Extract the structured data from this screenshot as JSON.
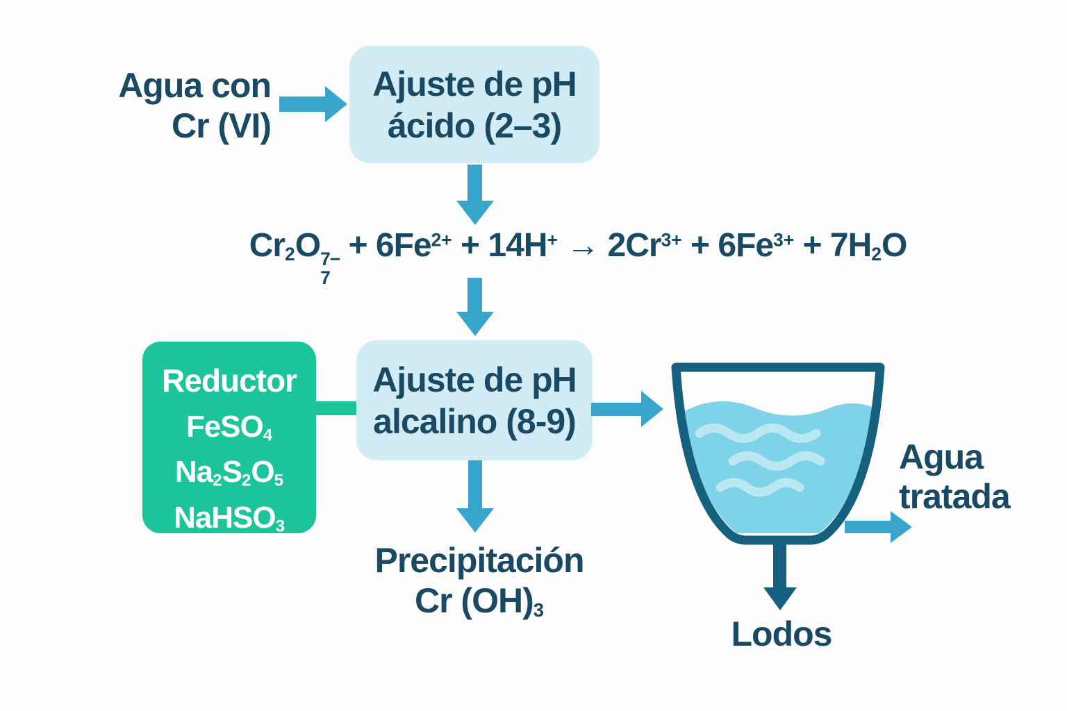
{
  "diagram": {
    "input": {
      "line1": "Agua con",
      "line2": "Cr (VI)"
    },
    "acid_box": {
      "line1": "Ajuste de pH",
      "line2": "ácido (2–3)"
    },
    "equation": {
      "tokens": [
        {
          "t": "Cr"
        },
        {
          "b": "2"
        },
        {
          "t": "O"
        },
        {
          "bp": [
            "7",
            "7−"
          ]
        },
        {
          "t": " + 6Fe"
        },
        {
          "p": "2+"
        },
        {
          "t": " + 14H"
        },
        {
          "p": "+"
        },
        {
          "t": " → 2Cr"
        },
        {
          "p": "3+"
        },
        {
          "t": " + 6Fe"
        },
        {
          "p": "3+"
        },
        {
          "t": " + 7H"
        },
        {
          "b": "2"
        },
        {
          "t": "O"
        }
      ]
    },
    "reductor_box": {
      "title": "Reductor",
      "formulas": [
        [
          {
            "t": "FeSO"
          },
          {
            "b": "4"
          }
        ],
        [
          {
            "t": "Na"
          },
          {
            "b": "2"
          },
          {
            "t": "S"
          },
          {
            "b": "2"
          },
          {
            "t": "O"
          },
          {
            "b": "5"
          }
        ],
        [
          {
            "t": "NaHSO"
          },
          {
            "b": "3"
          }
        ]
      ]
    },
    "alkaline_box": {
      "line1": "Ajuste de pH",
      "line2": "alcalino (8-9)"
    },
    "precipitation": {
      "title": "Precipitación",
      "formula": [
        {
          "t": "Cr (OH)"
        },
        {
          "b": "3"
        }
      ]
    },
    "treated_water": {
      "line1": "Agua",
      "line2": "tratada"
    },
    "sludge": {
      "label": "Lodos"
    },
    "colors": {
      "background": "#fbfcfb",
      "process_box_blue": "#d2ecf6",
      "text_navy": "#1a4a63",
      "arrow_blue": "#38a6cc",
      "reagent_green": "#1cc49c",
      "beaker_outline_dark_teal": "#16607f",
      "water_fill": "#7ed3e8",
      "wave_light": "#b9e7f2"
    }
  }
}
